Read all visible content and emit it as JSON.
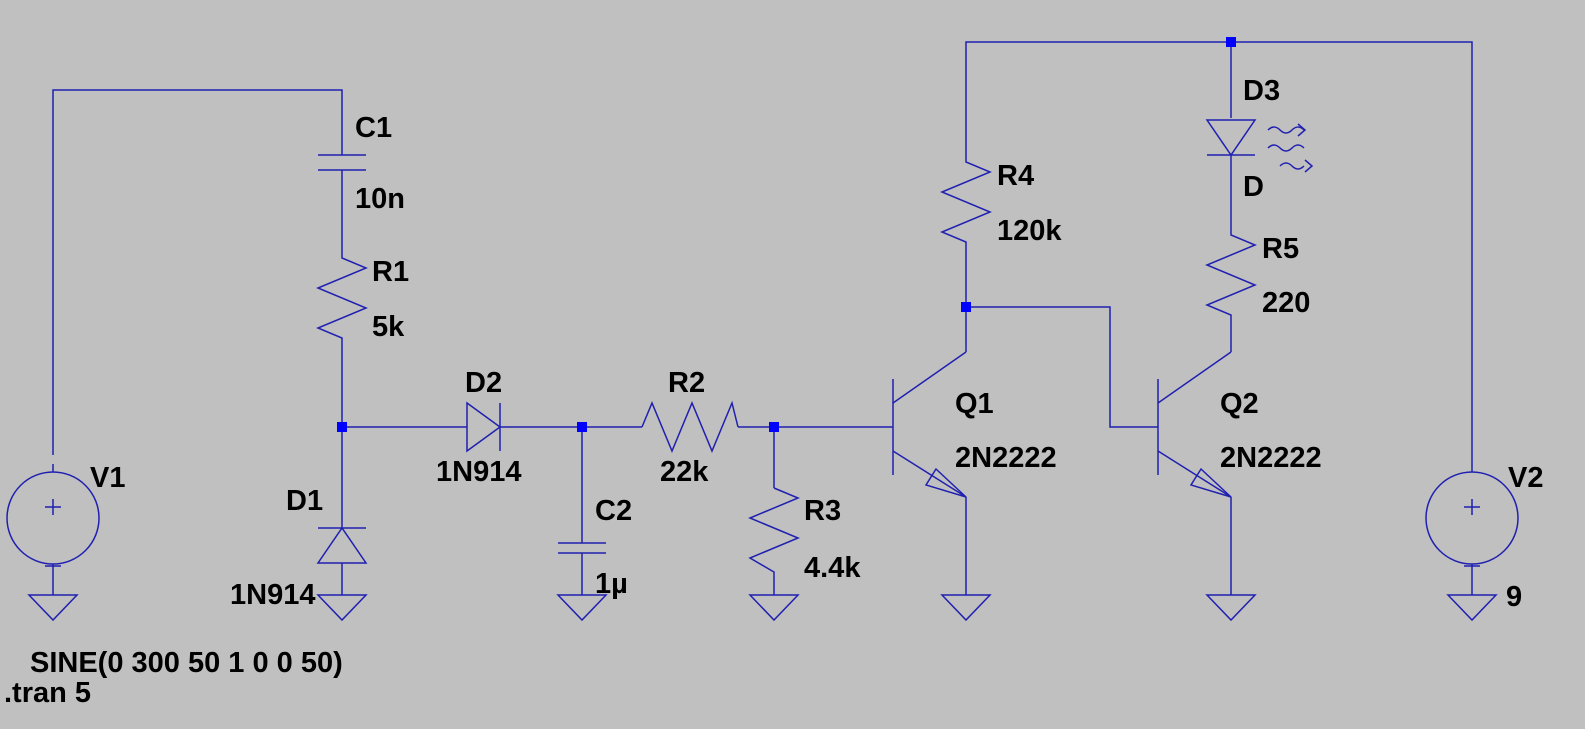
{
  "colors": {
    "background": "#c0c0c0",
    "wire": "#2020b0",
    "junction": "#0000ff",
    "text": "#000000"
  },
  "components": {
    "V1": {
      "name": "V1",
      "value": "SINE(0 300 50 1 0 0 50)"
    },
    "V2": {
      "name": "V2",
      "value": "9"
    },
    "C1": {
      "name": "C1",
      "value": "10n"
    },
    "C2": {
      "name": "C2",
      "value": "1µ"
    },
    "R1": {
      "name": "R1",
      "value": "5k"
    },
    "R2": {
      "name": "R2",
      "value": "22k"
    },
    "R3": {
      "name": "R3",
      "value": "4.4k"
    },
    "R4": {
      "name": "R4",
      "value": "120k"
    },
    "R5": {
      "name": "R5",
      "value": "220"
    },
    "D1": {
      "name": "D1",
      "value": "1N914"
    },
    "D2": {
      "name": "D2",
      "value": "1N914"
    },
    "D3": {
      "name": "D3",
      "value": "D"
    },
    "Q1": {
      "name": "Q1",
      "value": "2N2222"
    },
    "Q2": {
      "name": "Q2",
      "value": "2N2222"
    }
  },
  "directive": ".tran 5",
  "icons": {
    "ground": "ground-icon",
    "led_light": "light-emission-icon",
    "voltage_source": "voltage-source-icon"
  }
}
